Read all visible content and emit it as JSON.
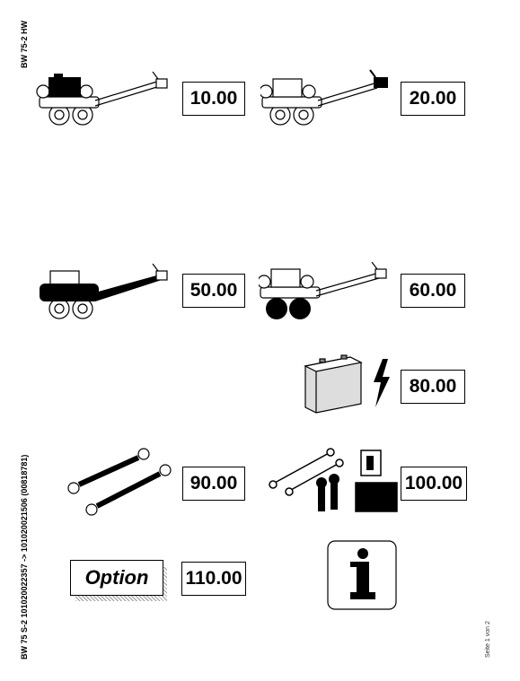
{
  "header": {
    "model": "BW 75-2 HW",
    "serial_range": "BW 75 S-2 101020022357 -> 101020021506 (00818781)",
    "page": "Seite 1 von 2"
  },
  "sections": [
    {
      "code": "10.00",
      "icon": "roller-engine-highlight-icon"
    },
    {
      "code": "20.00",
      "icon": "roller-handle-highlight-icon"
    },
    {
      "code": "50.00",
      "icon": "roller-frame-highlight-icon"
    },
    {
      "code": "60.00",
      "icon": "roller-drum-highlight-icon"
    },
    {
      "code": "80.00",
      "icon": "battery-electric-icon"
    },
    {
      "code": "90.00",
      "icon": "hydraulic-hoses-icon"
    },
    {
      "code": "100.00",
      "icon": "tools-keys-icon"
    },
    {
      "code": "110.00",
      "icon": "option-icon"
    }
  ],
  "option_label": "Option",
  "info_icon": "information-icon"
}
